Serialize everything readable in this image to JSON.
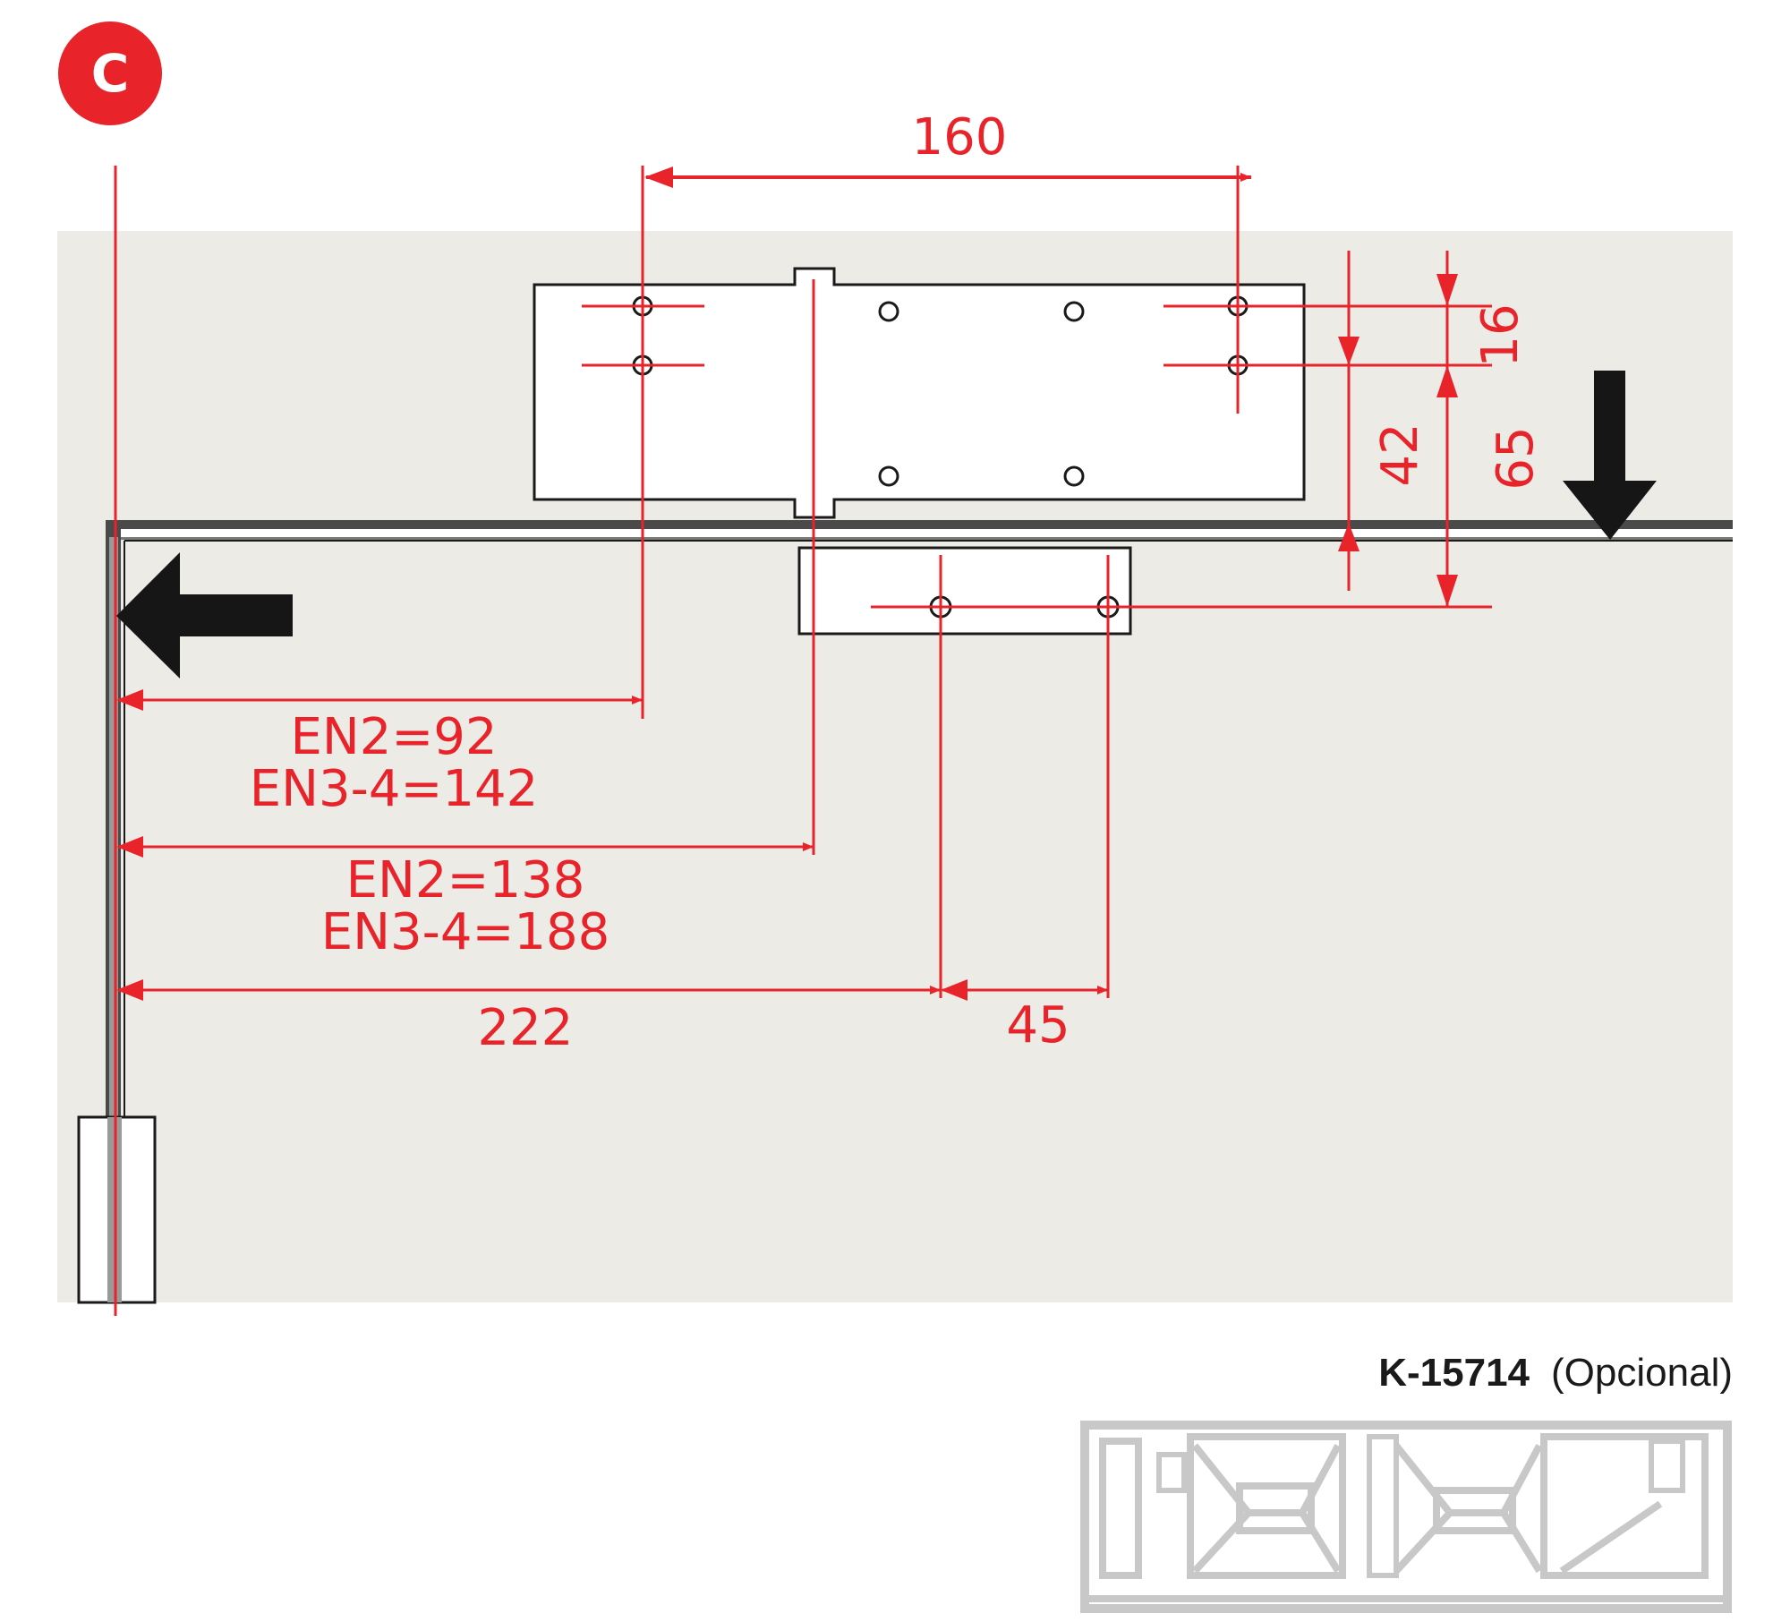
{
  "badge": {
    "letter": "C",
    "color": "#e8232a"
  },
  "colors": {
    "dimension": "#e8232a",
    "panel_background": "#edebe6",
    "outline": "#1a1a1a",
    "arrow": "#161616",
    "accessory_gray": "#c8c8c8"
  },
  "dimensions": {
    "top_hole_spacing": "160",
    "hole_row_offset": "16",
    "arm_hole_to_frame": "42",
    "bracket_hole_offset": "65",
    "hole_from_hinge": {
      "line1": "EN2=92",
      "line2": "EN3-4=142"
    },
    "axis_from_hinge": {
      "line1": "EN2=138",
      "line2": "EN3-4=188"
    },
    "bracket_hole_from_hinge": "222",
    "bracket_hole_spacing": "45"
  },
  "arrows": {
    "left": "arrow-left",
    "down": "arrow-down"
  },
  "accessory": {
    "code": "K-15714",
    "note": "(Opcional)"
  }
}
